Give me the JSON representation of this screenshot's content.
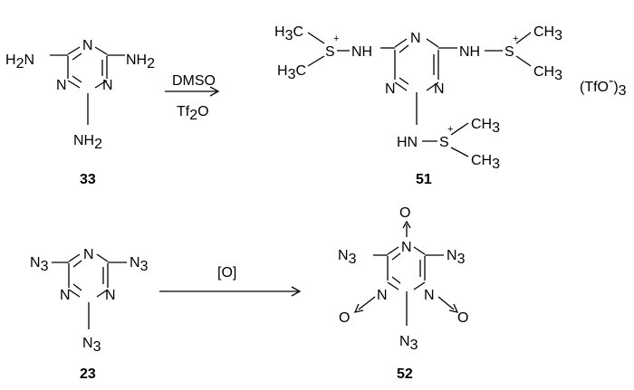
{
  "scheme": {
    "reaction1": {
      "reagent_top": "DMSO",
      "reagent_bottom_main": "Tf",
      "reagent_bottom_sub": "2",
      "reagent_bottom_tail": "O",
      "counterion_main": "(TfO",
      "counterion_sup": "-",
      "counterion_tail": ")",
      "counterion_sub": "3"
    },
    "reaction2": {
      "reagent": "[O]"
    },
    "compounds": {
      "melamine_label": "33",
      "sulfilimine_label": "51",
      "triazide_label": "23",
      "trioxide_label": "52"
    },
    "atoms": {
      "N": "N",
      "H": "H",
      "C": "C",
      "S": "S",
      "O": "O",
      "NH": "NH",
      "HN": "HN",
      "N3_main": "N",
      "N3_sub": "3",
      "NH2_main": "NH",
      "NH2_sub": "2",
      "H2N_main": "H",
      "H2N_sub": "2",
      "H2N_tail": "N",
      "CH3_main": "CH",
      "CH3_sub": "3",
      "H3C_main": "H",
      "H3C_sub": "3",
      "H3C_tail": "C",
      "S_plus": "+"
    }
  }
}
